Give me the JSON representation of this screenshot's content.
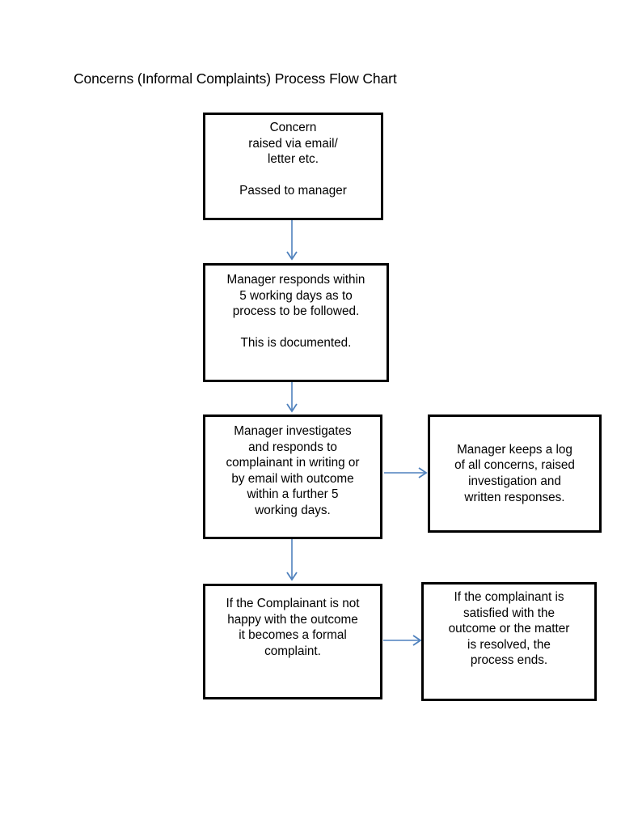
{
  "page": {
    "title": "Concerns (Informal Complaints) Process Flow Chart",
    "background_color": "#ffffff",
    "box_border_color": "#000000",
    "arrow_color": "#4f81bd",
    "text_color": "#000000"
  },
  "flowchart": {
    "type": "process-flow",
    "nodes": [
      {
        "id": "concern",
        "label": "Concern\nraised via email/\nletter etc.\n\nPassed to manager",
        "column": "left",
        "row": 1
      },
      {
        "id": "manager-responds",
        "label": "Manager responds within\n5 working days as to\nprocess to be followed.\n\nThis is documented.",
        "column": "left",
        "row": 2
      },
      {
        "id": "manager-investigates",
        "label": "Manager investigates\nand responds to\ncomplainant in writing or\nby email with outcome\nwithin a further 5\nworking days.",
        "column": "left",
        "row": 3
      },
      {
        "id": "manager-log",
        "label": "Manager keeps a log\nof all concerns, raised\ninvestigation and\nwritten responses.",
        "column": "right",
        "row": 3
      },
      {
        "id": "formal-complaint",
        "label": "If the Complainant is not\nhappy with the outcome\nit becomes a formal\ncomplaint.",
        "column": "left",
        "row": 4
      },
      {
        "id": "process-ends",
        "label": "If the complainant is\nsatisfied with the\noutcome or the matter\nis resolved, the\nprocess ends.",
        "column": "right",
        "row": 4
      }
    ],
    "edges": [
      {
        "id": "concern-to-responds",
        "from": "concern",
        "to": "manager-responds",
        "direction": "down"
      },
      {
        "id": "responds-to-investigates",
        "from": "manager-responds",
        "to": "manager-investigates",
        "direction": "down"
      },
      {
        "id": "investigates-to-log",
        "from": "manager-investigates",
        "to": "manager-log",
        "direction": "right"
      },
      {
        "id": "investigates-to-formal",
        "from": "manager-investigates",
        "to": "formal-complaint",
        "direction": "down"
      },
      {
        "id": "formal-to-ends",
        "from": "formal-complaint",
        "to": "process-ends",
        "direction": "right"
      }
    ]
  }
}
